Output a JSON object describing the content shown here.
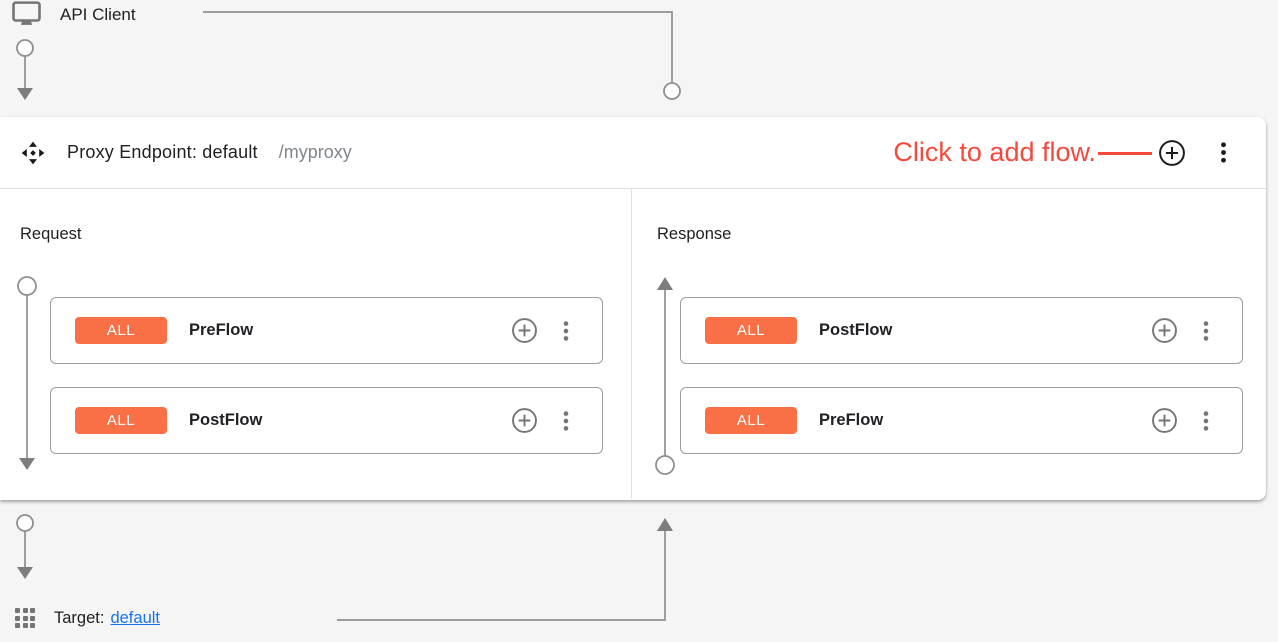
{
  "colors": {
    "annotation_red": "#f4493c",
    "badge_orange": "#fa7046",
    "link_blue": "#1a73e8",
    "connector_gray": "#8f8f8f",
    "icon_gray": "#757575",
    "text_dark": "#202124",
    "text_gray": "#80868b",
    "page_bg": "#f5f5f5",
    "panel_bg": "#ffffff"
  },
  "api_client": {
    "label": "API Client",
    "icon": "monitor-icon"
  },
  "proxy_endpoint": {
    "icon": "move-icon",
    "title": "Proxy Endpoint: default",
    "basepath": "/myproxy",
    "annotation": "Click to add flow.",
    "header_icons": [
      "add-circle-icon",
      "kebab-menu-icon"
    ],
    "request": {
      "label": "Request",
      "flows": [
        {
          "badge": "ALL",
          "name": "PreFlow"
        },
        {
          "badge": "ALL",
          "name": "PostFlow"
        }
      ]
    },
    "response": {
      "label": "Response",
      "flows": [
        {
          "badge": "ALL",
          "name": "PostFlow"
        },
        {
          "badge": "ALL",
          "name": "PreFlow"
        }
      ]
    }
  },
  "target": {
    "icon": "grid-icon",
    "label": "Target:",
    "link": "default"
  }
}
